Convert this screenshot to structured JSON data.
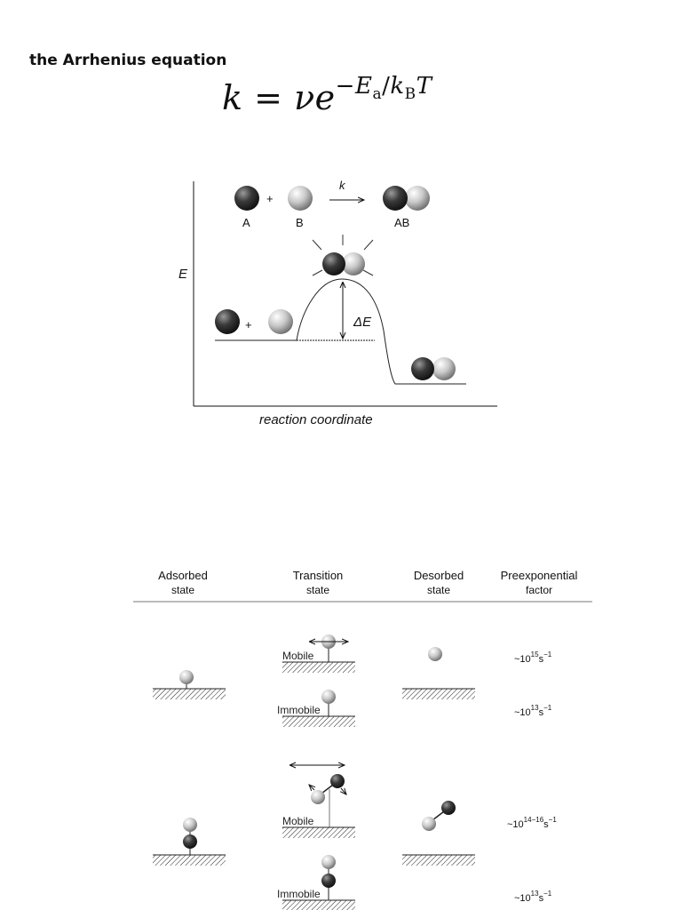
{
  "heading": "the Arrhenius equation",
  "equation": {
    "lhs": "k",
    "equals": "=",
    "rhs_base": "νe",
    "exponent_sign": "−",
    "exponent_numerator": "E",
    "numerator_sub": "a",
    "slash": "/",
    "k_symbol": "k",
    "k_sub": "B",
    "T": "T"
  },
  "energy_diagram": {
    "y_axis_label": "E",
    "x_axis_label": "reaction coordinate",
    "reaction": {
      "reactant_a": "A",
      "reactant_b": "B",
      "plus": "+",
      "rate_label": "k",
      "product": "AB"
    },
    "reactant_plus": "+",
    "barrier_label": "ΔE"
  },
  "table": {
    "headers": [
      {
        "line1": "Adsorbed",
        "line2": "state"
      },
      {
        "line1": "Transition",
        "line2": "state"
      },
      {
        "line1": "Desorbed",
        "line2": "state"
      },
      {
        "line1": "Preexponential",
        "line2": "factor"
      }
    ],
    "rows": [
      {
        "transition_label": "Mobile",
        "factor_base": "~10",
        "factor_exp": "15",
        "factor_unit": "s",
        "factor_unit_exp": "−1"
      },
      {
        "transition_label": "Immobile",
        "factor_base": "~10",
        "factor_exp": "13",
        "factor_unit": "s",
        "factor_unit_exp": "−1"
      },
      {
        "transition_label": "Mobile",
        "factor_base": "~10",
        "factor_exp": "14−16",
        "factor_unit": "s",
        "factor_unit_exp": "−1"
      },
      {
        "transition_label": "Immobile",
        "factor_base": "~10",
        "factor_exp": "13",
        "factor_unit": "s",
        "factor_unit_exp": "−1"
      }
    ]
  },
  "colors": {
    "dark_atom": "#3a3a3a",
    "light_atom": "#c8c8c8",
    "line": "#111111"
  }
}
